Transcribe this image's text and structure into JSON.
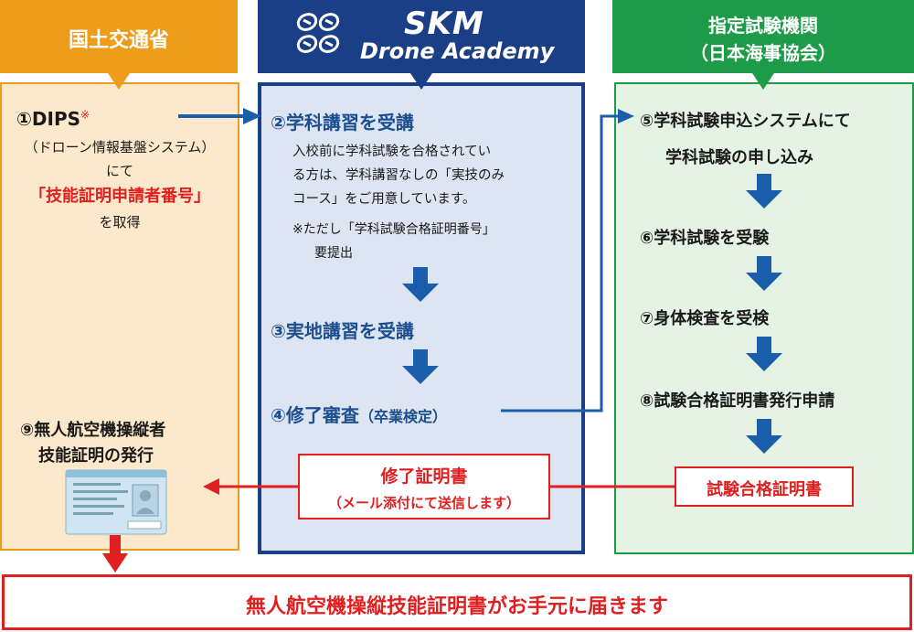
{
  "mlit": {
    "header": "国土交通省",
    "step1_line1": "①DIPS",
    "step1_mark": "※",
    "step1_line2": "（ドローン情報基盤システム）",
    "step1_line3": "にて",
    "step1_line4": "「技能証明申請者番号」",
    "step1_line5": "を取得",
    "step9_line1": "⑨無人航空機操縦者",
    "step9_line2": "技能証明の発行"
  },
  "skm": {
    "logo_title": "SKM",
    "logo_subtitle": "Drone Academy",
    "step2": "②学科講習を受講",
    "note_line1": "入校前に学科試験を合格されてい",
    "note_line2": "る方は、学科講習なしの「実技のみ",
    "note_line3": "コース」をご用意しています。",
    "note_line4": "※ただし「学科試験合格証明番号」",
    "note_line5": "要提出",
    "step3": "③実地講習を受講",
    "step4": "④修了審査",
    "step4_sub": "（卒業検定）",
    "certificate_title": "修了証明書",
    "certificate_sub": "（メール添付にて送信します）"
  },
  "exam_org": {
    "header_line1": "指定試験機関",
    "header_line2": "（日本海事協会）",
    "step5_line1": "⑤学科試験申込システムにて",
    "step5_line2": "学科試験の申し込み",
    "step6": "⑥学科試験を受験",
    "step7": "⑦身体検査を受検",
    "step8": "⑧試験合格証明書発行申請",
    "certificate": "試験合格証明書"
  },
  "footer": {
    "text": "無人航空機操縦技能証明書がお手元に届きます"
  },
  "colors": {
    "orange": "#ee9d1b",
    "orange_bg": "#fce9cc",
    "navy": "#1b3f86",
    "blue_bg": "#dce5f1",
    "green": "#1e9b48",
    "green_bg": "#e5f3e5",
    "red": "#e02020",
    "arrow_blue": "#1a5eab"
  }
}
